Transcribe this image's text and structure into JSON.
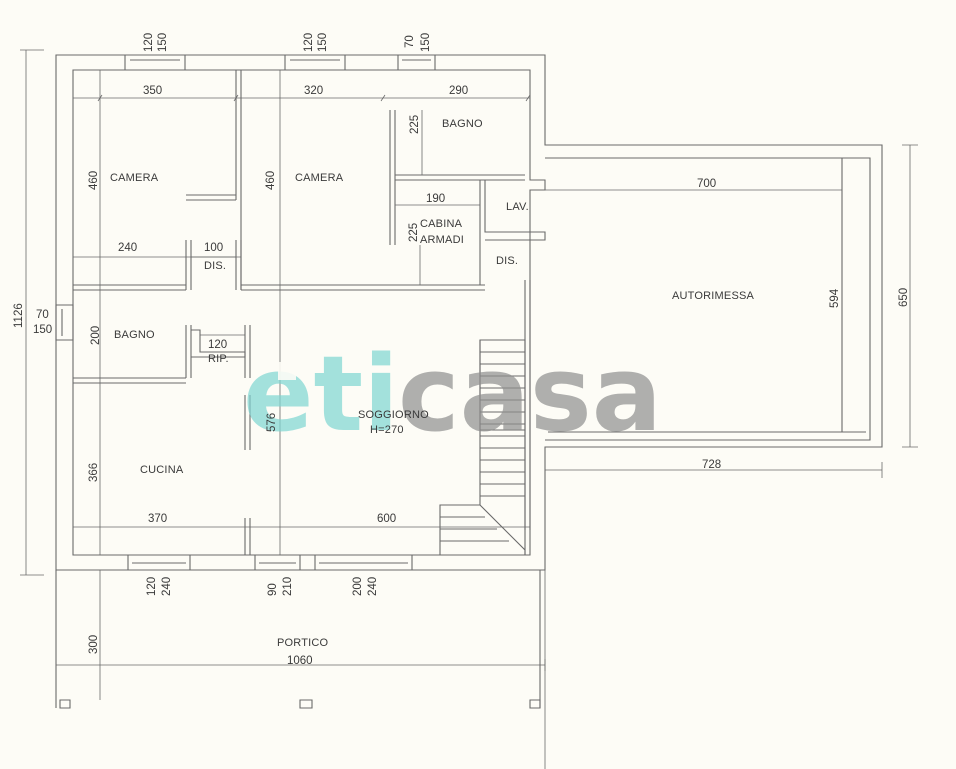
{
  "rooms": {
    "camera_1": "CAMERA",
    "camera_2": "CAMERA",
    "bagno_1": "BAGNO",
    "cabina_line1": "CABINA",
    "cabina_line2": "ARMADI",
    "lav": "LAV.",
    "dis_1": "DIS.",
    "dis_2": "DIS.",
    "bagno_2": "BAGNO",
    "rip": "RIP.",
    "soggiorno_line1": "SOGGIORNO",
    "soggiorno_line2": "H=270",
    "cucina": "CUCINA",
    "autorimessa": "AUTORIMESSA",
    "portico": "PORTICO"
  },
  "dimensions": {
    "top_350": "350",
    "top_320": "320",
    "top_290": "290",
    "bagno_225": "225",
    "camera1_460": "460",
    "camera2_460": "460",
    "cabina_190": "190",
    "cabina_225": "225",
    "dis_240": "240",
    "dis_100": "100",
    "rip_120": "120",
    "bagno2_200": "200",
    "soggiorno_576": "576",
    "cucina_366": "366",
    "cucina_370": "370",
    "soggiorno_600": "600",
    "garage_700": "700",
    "garage_594": "594",
    "garage_650": "650",
    "garage_728": "728",
    "portico_300": "300",
    "total_1060": "1060",
    "total_1126": "1126"
  },
  "openings": {
    "top_win1_a": "120",
    "top_win1_b": "150",
    "top_win2_a": "120",
    "top_win2_b": "150",
    "top_win3_a": "70",
    "top_win3_b": "150",
    "left_win_a": "70",
    "left_win_b": "150",
    "bot_win1_a": "120",
    "bot_win1_b": "240",
    "bot_win2_a": "90",
    "bot_win2_b": "210",
    "bot_win3_a": "200",
    "bot_win3_b": "240"
  },
  "watermark": {
    "part1": "eti",
    "part2": "casa"
  },
  "colors": {
    "background": "#fdfcf6",
    "lines": "#6a6a6a",
    "text": "#3a3a3a",
    "watermark_teal": "#7ed6d2",
    "watermark_grey": "#8f8f8f"
  }
}
